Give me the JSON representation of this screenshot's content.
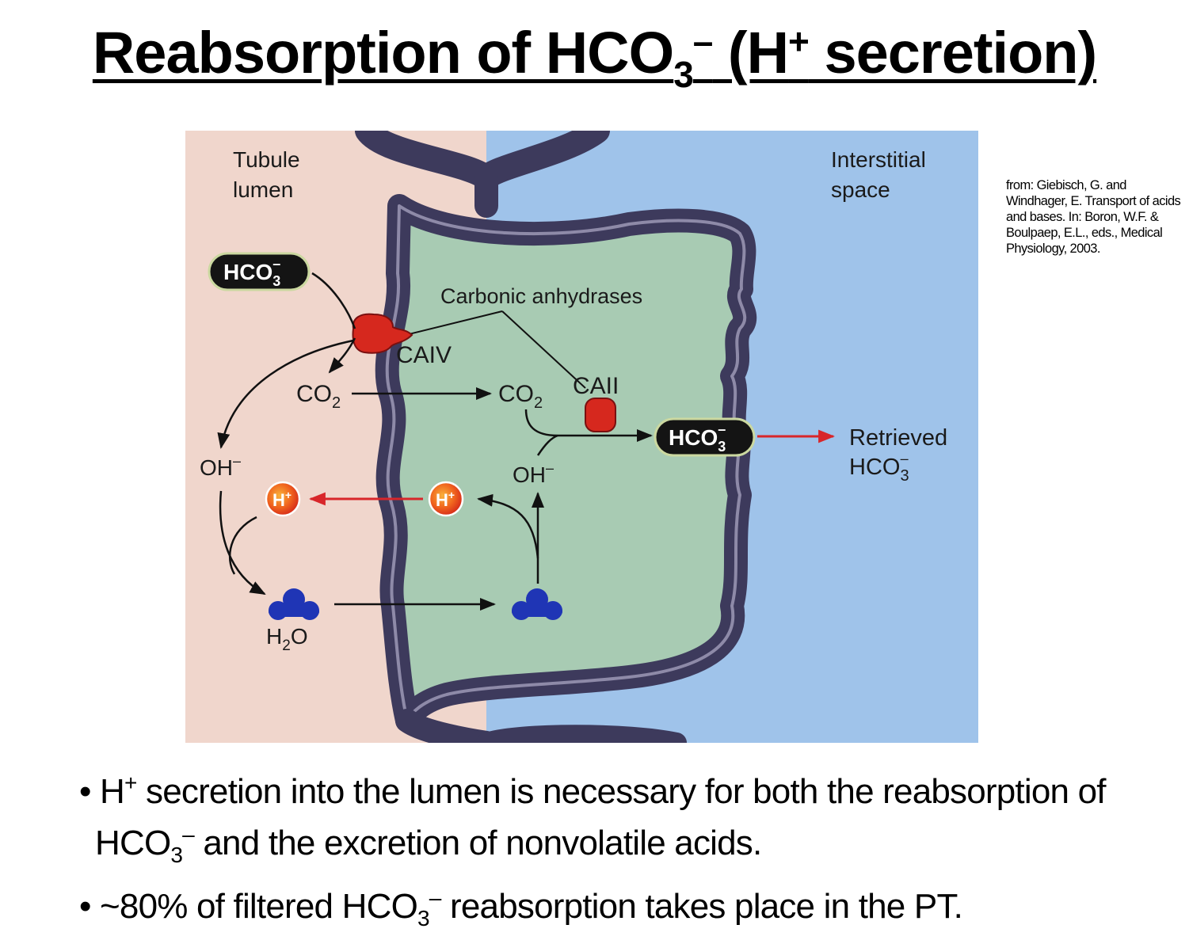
{
  "title": {
    "main": "Reabsorption of HCO",
    "sub": "3",
    "sup1": "–",
    "mid": " (H",
    "sup2": "+",
    "end": " secretion)"
  },
  "citation": "from: Giebisch, G. and Windhager, E. Transport of acids and bases. In: Boron, W.F. & Boulpaep, E.L., eds., Medical Physiology, 2003.",
  "diagram": {
    "region_lumen_line1": "Tubule",
    "region_lumen_line2": "lumen",
    "region_interstitial_line1": "Interstitial",
    "region_interstitial_line2": "space",
    "carbonic_anhydrases": "Carbonic anhydrases",
    "caiv": "CAIV",
    "caii": "CAII",
    "hco3_base": "HCO",
    "hco3_sub": "3",
    "hco3_sup": "–",
    "co2_base": "CO",
    "co2_sub": "2",
    "oh": "OH",
    "oh_sup": "–",
    "h_plus": "H",
    "h_plus_sup": "+",
    "h2o_h": "H",
    "h2o_sub": "2",
    "h2o_o": "O",
    "retrieved": "Retrieved",
    "colors": {
      "lumen_bg": "#f0d6cc",
      "cell_bg": "#a8cbb3",
      "interstitial_bg": "#9fc3ea",
      "membrane": "#3d3a5c",
      "enzyme_red": "#d6281e",
      "proton_orange": "#f07a1e",
      "water_blue": "#1f35b5",
      "arrow_red": "#d8262a"
    }
  },
  "bullets": [
    {
      "a": "H",
      "a_sup": "+",
      "b": " secretion into the lumen is necessary for both the reabsorption of",
      "c": "HCO",
      "c_sub": "3",
      "c_sup": "–",
      "d": " and the excretion of nonvolatile acids."
    },
    {
      "a": "~80% of filtered HCO",
      "a_sub": "3",
      "a_sup": "–",
      "b": " reabsorption takes place in the PT."
    }
  ]
}
